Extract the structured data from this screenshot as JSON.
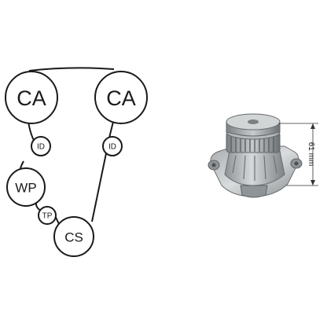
{
  "diagram": {
    "pulleys": {
      "ca_left": "CA",
      "ca_right": "CA",
      "id_left": "ID",
      "id_right": "ID",
      "wp": "WP",
      "tp": "TP",
      "cs": "CS"
    }
  },
  "product": {
    "dimension_label": "61 mm"
  },
  "colors": {
    "line": "#1a1a1a",
    "metal_light": "#c9ccce",
    "metal_mid": "#9ea3a6",
    "metal_dark": "#6f7477"
  }
}
